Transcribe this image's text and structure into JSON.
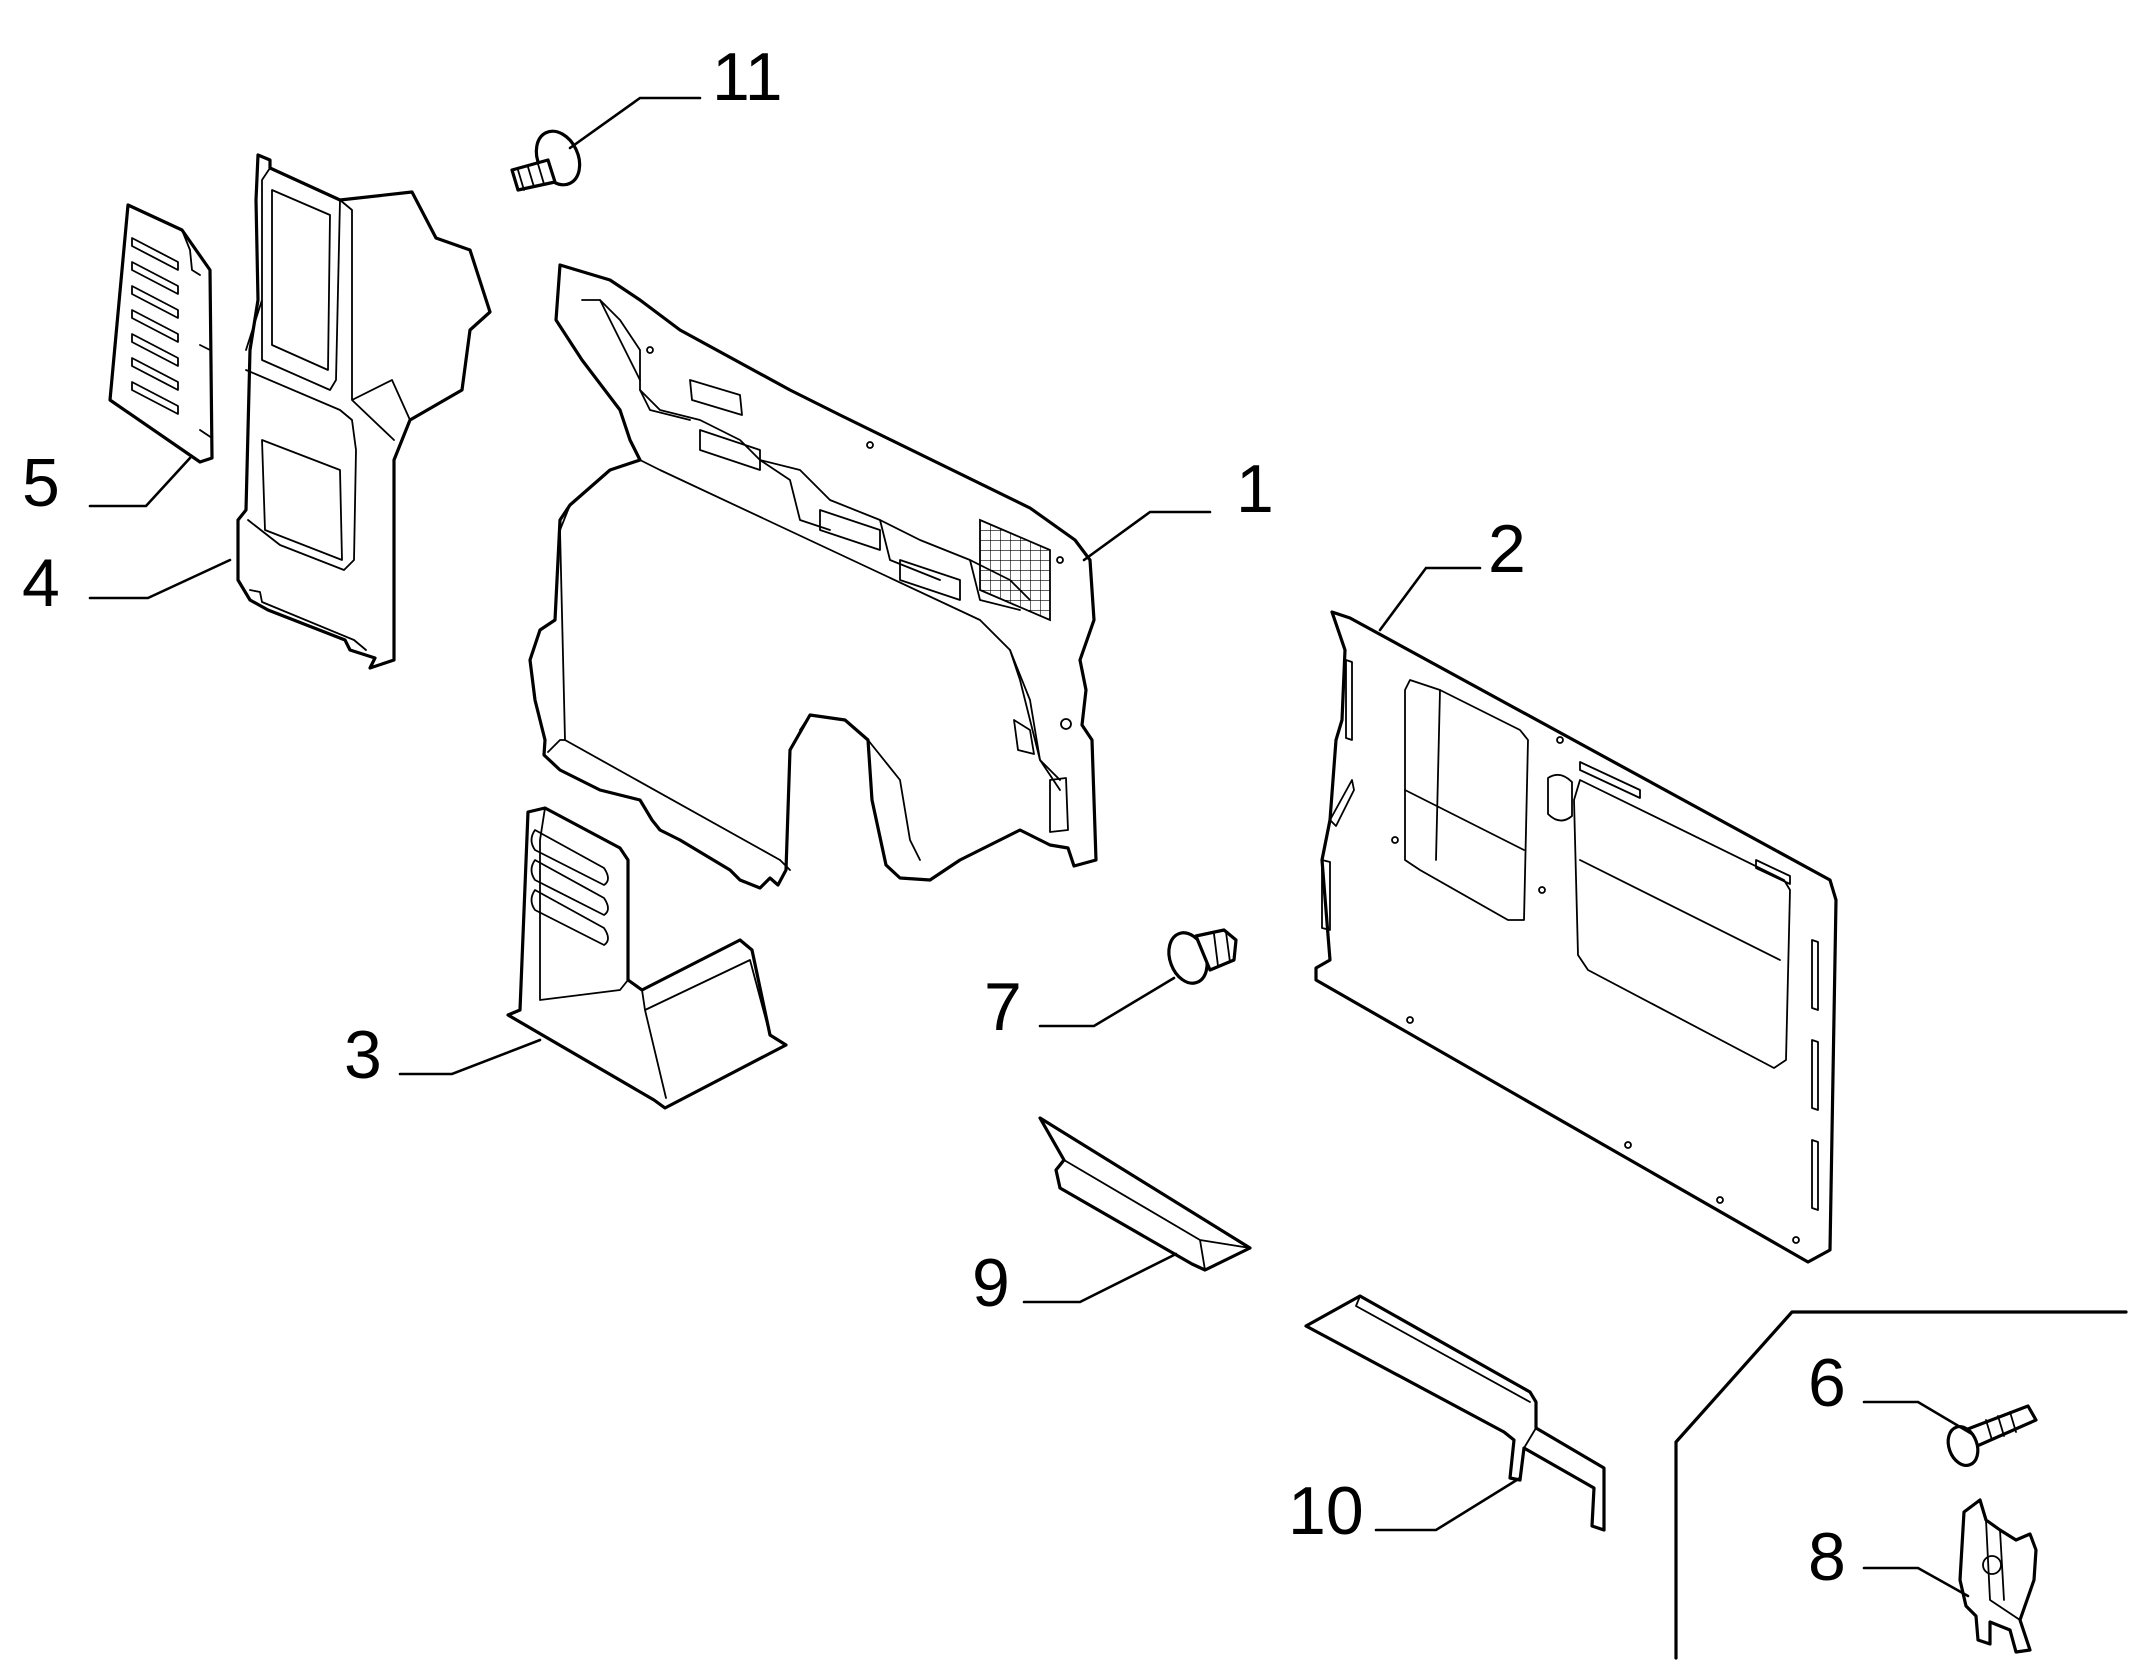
{
  "diagram": {
    "callouts": [
      {
        "id": "1",
        "label": "1"
      },
      {
        "id": "2",
        "label": "2"
      },
      {
        "id": "3",
        "label": "3"
      },
      {
        "id": "4",
        "label": "4"
      },
      {
        "id": "5",
        "label": "5"
      },
      {
        "id": "6",
        "label": "6"
      },
      {
        "id": "7",
        "label": "7"
      },
      {
        "id": "8",
        "label": "8"
      },
      {
        "id": "9",
        "label": "9"
      },
      {
        "id": "10",
        "label": "10"
      },
      {
        "id": "11",
        "label": "11"
      }
    ],
    "colors": {
      "line": "#000000",
      "background": "#ffffff"
    }
  }
}
